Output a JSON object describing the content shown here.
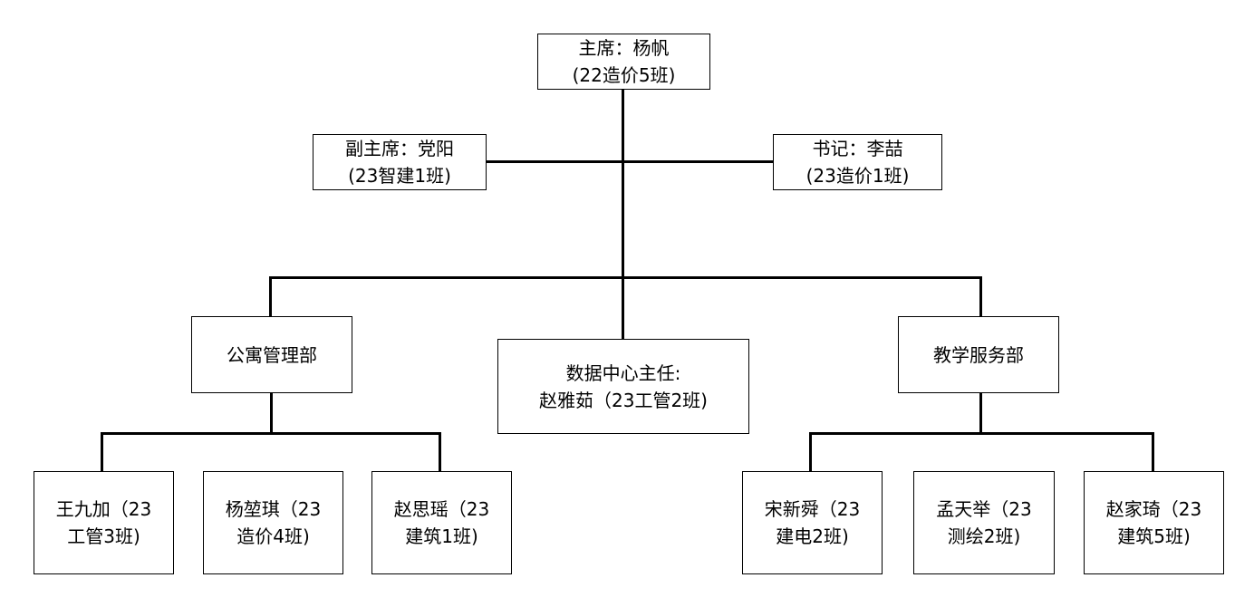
{
  "chairman": {
    "line1": "主席：杨帆",
    "line2": "(22造价5班)"
  },
  "vice_chairman": {
    "line1": "副主席：党阳",
    "line2": "(23智建1班)"
  },
  "secretary": {
    "line1": "书记：李喆",
    "line2": "(23造价1班)"
  },
  "departments": {
    "apartment": {
      "label": "公寓管理部"
    },
    "data_center": {
      "line1": "数据中心主任:",
      "line2": "赵雅茹（23工管2班)"
    },
    "teaching": {
      "label": "教学服务部"
    }
  },
  "members": {
    "apartment": [
      {
        "line1": "王九加（23",
        "line2": "工管3班)"
      },
      {
        "line1": "杨堃琪（23",
        "line2": "造价4班)"
      },
      {
        "line1": "赵思瑶（23",
        "line2": "建筑1班)"
      }
    ],
    "teaching": [
      {
        "line1": "宋新舜（23",
        "line2": "建电2班)"
      },
      {
        "line1": "孟天举（23",
        "line2": "测绘2班)"
      },
      {
        "line1": "赵家琦（23",
        "line2": "建筑5班)"
      }
    ]
  }
}
